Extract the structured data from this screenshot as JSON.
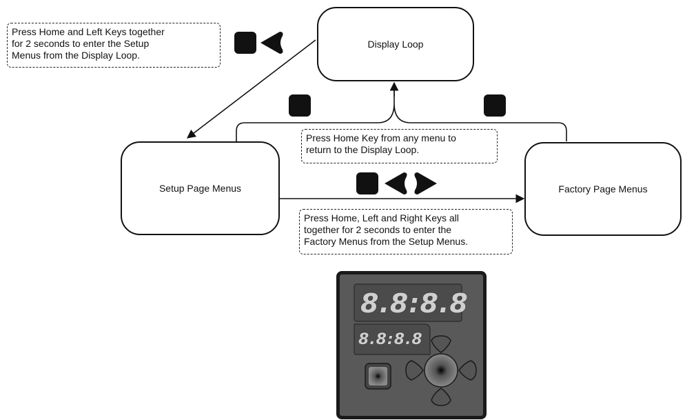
{
  "nodes": {
    "display_loop": "Display Loop",
    "setup_menus": "Setup Page Menus",
    "factory_menus": "Factory Page Menus"
  },
  "notes": {
    "enter_setup": [
      "Press Home and Left Keys together",
      "for 2 seconds to enter the Setup",
      "Menus from the Display Loop."
    ],
    "return_home": [
      "Press Home Key from any menu to",
      "return to the Display Loop."
    ],
    "enter_factory": [
      "Press Home, Left and Right Keys all",
      "together for 2 seconds to enter the",
      "Factory Menus from the Setup Menus."
    ]
  },
  "device": {
    "upper_display": "8.8:8.8",
    "lower_display": "8.8:8.8"
  },
  "icons": {
    "home_key": "home-key-icon",
    "left_key": "left-key-icon",
    "right_key": "right-key-icon"
  },
  "colors": {
    "line": "#111111",
    "key": "#111111",
    "device_body": "#595959",
    "device_frame": "#1a1a1a",
    "display_panel": "#4b4b4b",
    "display_digits": "#cfcfcf"
  }
}
